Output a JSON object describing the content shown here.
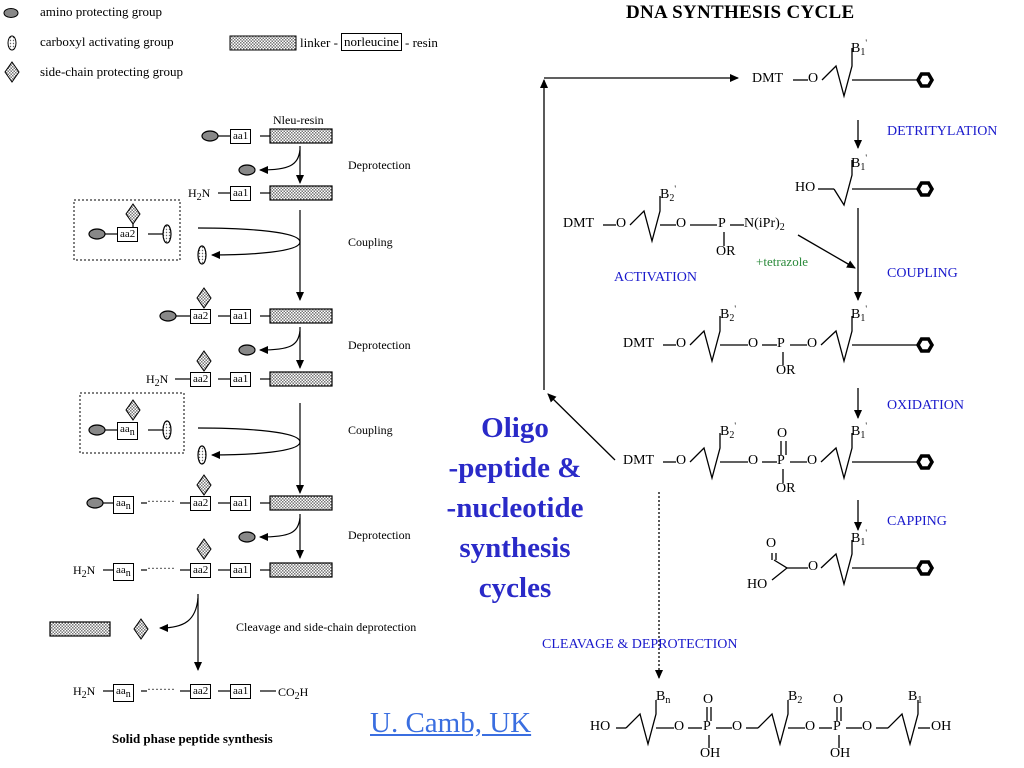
{
  "title": "DNA SYNTHESIS CYCLE",
  "legend": {
    "amino": "amino protecting group",
    "carboxyl": "carboxyl activating group",
    "sidechain": "side-chain protecting group",
    "linker_prefix": "linker -",
    "norleucine": "norleucine",
    "resin_suffix": "- resin"
  },
  "peptide": {
    "nleu_resin": "Nleu-resin",
    "aa1": "aa1",
    "aa2": "aa2",
    "aan": "aa",
    "aan_sub": "n",
    "h2n": "H",
    "h2n_sub": "2",
    "h2n_tail": "N",
    "co2h": "CO",
    "co2h_sub": "2",
    "co2h_tail": "H",
    "dots": "·······",
    "deprotection": "Deprotection",
    "coupling": "Coupling",
    "cleavage": "Cleavage and side-chain deprotection",
    "caption": "Solid phase peptide synthesis"
  },
  "dna": {
    "dmt": "DMT",
    "o": "O",
    "ho": "HO",
    "oh": "OH",
    "or": "OR",
    "p": "P",
    "n_ipr": "N(iPr)",
    "n_ipr_sub": "2",
    "b1": "B",
    "b1_sub": "1",
    "b1_sup": "'",
    "b2": "B",
    "b2_sub": "2",
    "bn": "B",
    "bn_sub": "n",
    "detritylation": "DETRITYLATION",
    "coupling": "COUPLING",
    "oxidation": "OXIDATION",
    "capping": "CAPPING",
    "activation": "ACTIVATION",
    "tetrazole": "+tetrazole",
    "cleavage": "CLEAVAGE  &  DEPROTECTION"
  },
  "center": {
    "line1": "Oligo",
    "line2": "-peptide &",
    "line3": "-nucleotide",
    "line4": "synthesis",
    "line5": "cycles",
    "credit": "U. Camb, UK"
  },
  "colors": {
    "step_blue": "#1a1acc",
    "tetrazole_green": "#2a8a3a",
    "headline_blue": "#2a2ac8",
    "link_blue": "#3a6ee0"
  }
}
